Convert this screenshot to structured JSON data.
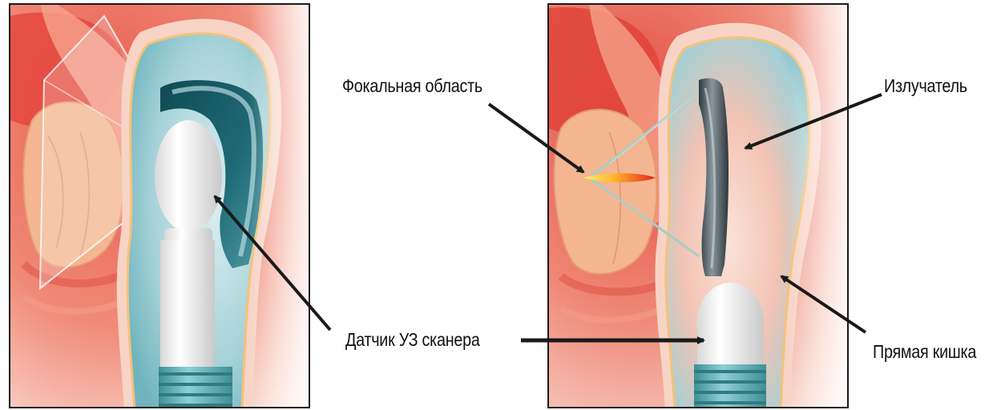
{
  "labels": {
    "focal_area": "Фокальная область",
    "emitter": "Излучатель",
    "ultrasound_probe": "Датчик УЗ сканера",
    "rectum": "Прямая кишка"
  },
  "colors": {
    "tissue_red": "#e0504a",
    "tissue_light": "#f6c1b2",
    "prostate": "#f2b48c",
    "rectal_wall_teal": "#6fb6c0",
    "probe_white": "#ecebea",
    "emitter_dark": "#3b4b52",
    "ring_teal": "#5aa8ae",
    "focal_yellow": "#ffe033",
    "arrow": "#1a1a1a"
  }
}
